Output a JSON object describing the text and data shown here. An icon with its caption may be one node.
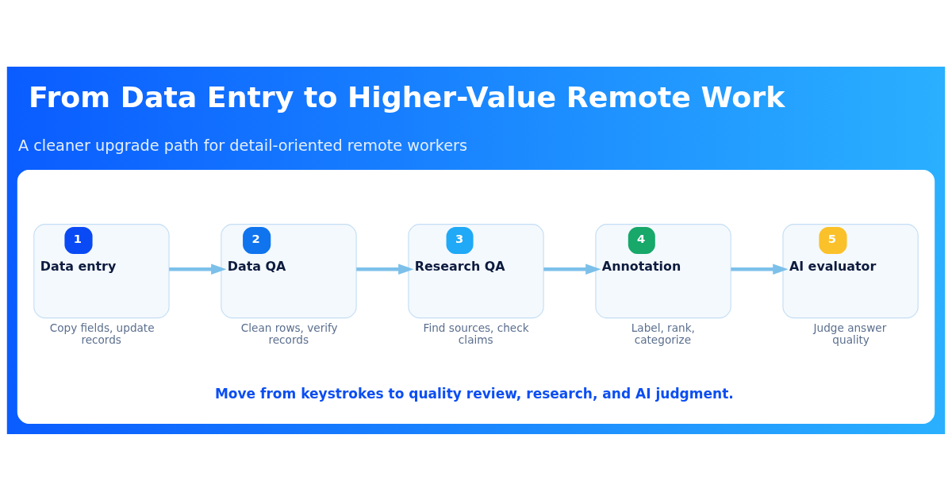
{
  "diagram": {
    "title": "From Data Entry to Higher-Value Remote Work",
    "nodes": [
      {
        "text": [
          "Move from keystrokes to quality review, research, and AI judgment."
        ]
      },
      {
        "text": [
          "1",
          "Data entry"
        ],
        "beside": [
          "Copy fields, update records"
        ],
        "in": 0
      },
      {
        "text": [
          "2",
          "Data QA"
        ],
        "beside": [
          "Clean rows, verify records"
        ],
        "in": 0
      },
      {
        "text": [
          "3",
          "Research QA"
        ],
        "beside": [
          "Find sources, check claims"
        ],
        "in": 0
      },
      {
        "text": [
          "4",
          "Annotation"
        ],
        "beside": [
          "Label, rank, categorize"
        ],
        "in": 0
      },
      {
        "text": [
          "5",
          "AI evaluator"
        ],
        "beside": [
          "Judge answer quality"
        ],
        "in": 0
      }
    ],
    "edges": [
      {
        "from": 1,
        "to": 2,
        "arrow": "to"
      },
      {
        "from": 2,
        "to": 3,
        "arrow": "to"
      },
      {
        "from": 3,
        "to": 4,
        "arrow": "to"
      },
      {
        "from": 4,
        "to": 5,
        "arrow": "to"
      }
    ],
    "labels": [
      "A cleaner upgrade path for detail-oriented remote workers"
    ]
  }
}
